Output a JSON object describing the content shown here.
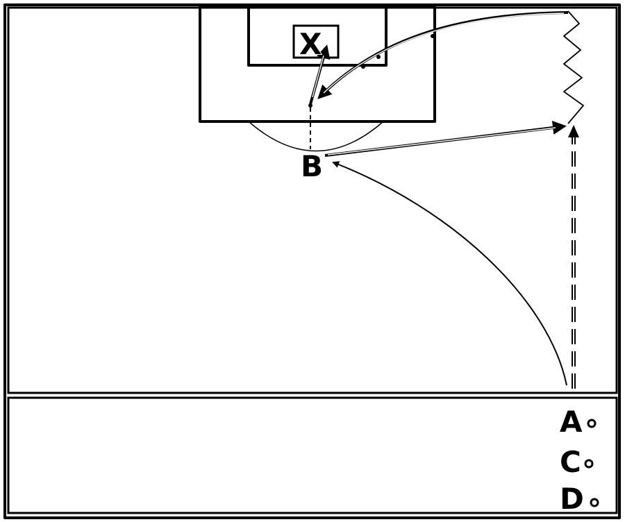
{
  "players": {
    "A": "A",
    "B": "B",
    "C": "C",
    "D": "D",
    "X": "X"
  },
  "colors": {
    "ink": "#000000",
    "background": "#ffffff"
  }
}
